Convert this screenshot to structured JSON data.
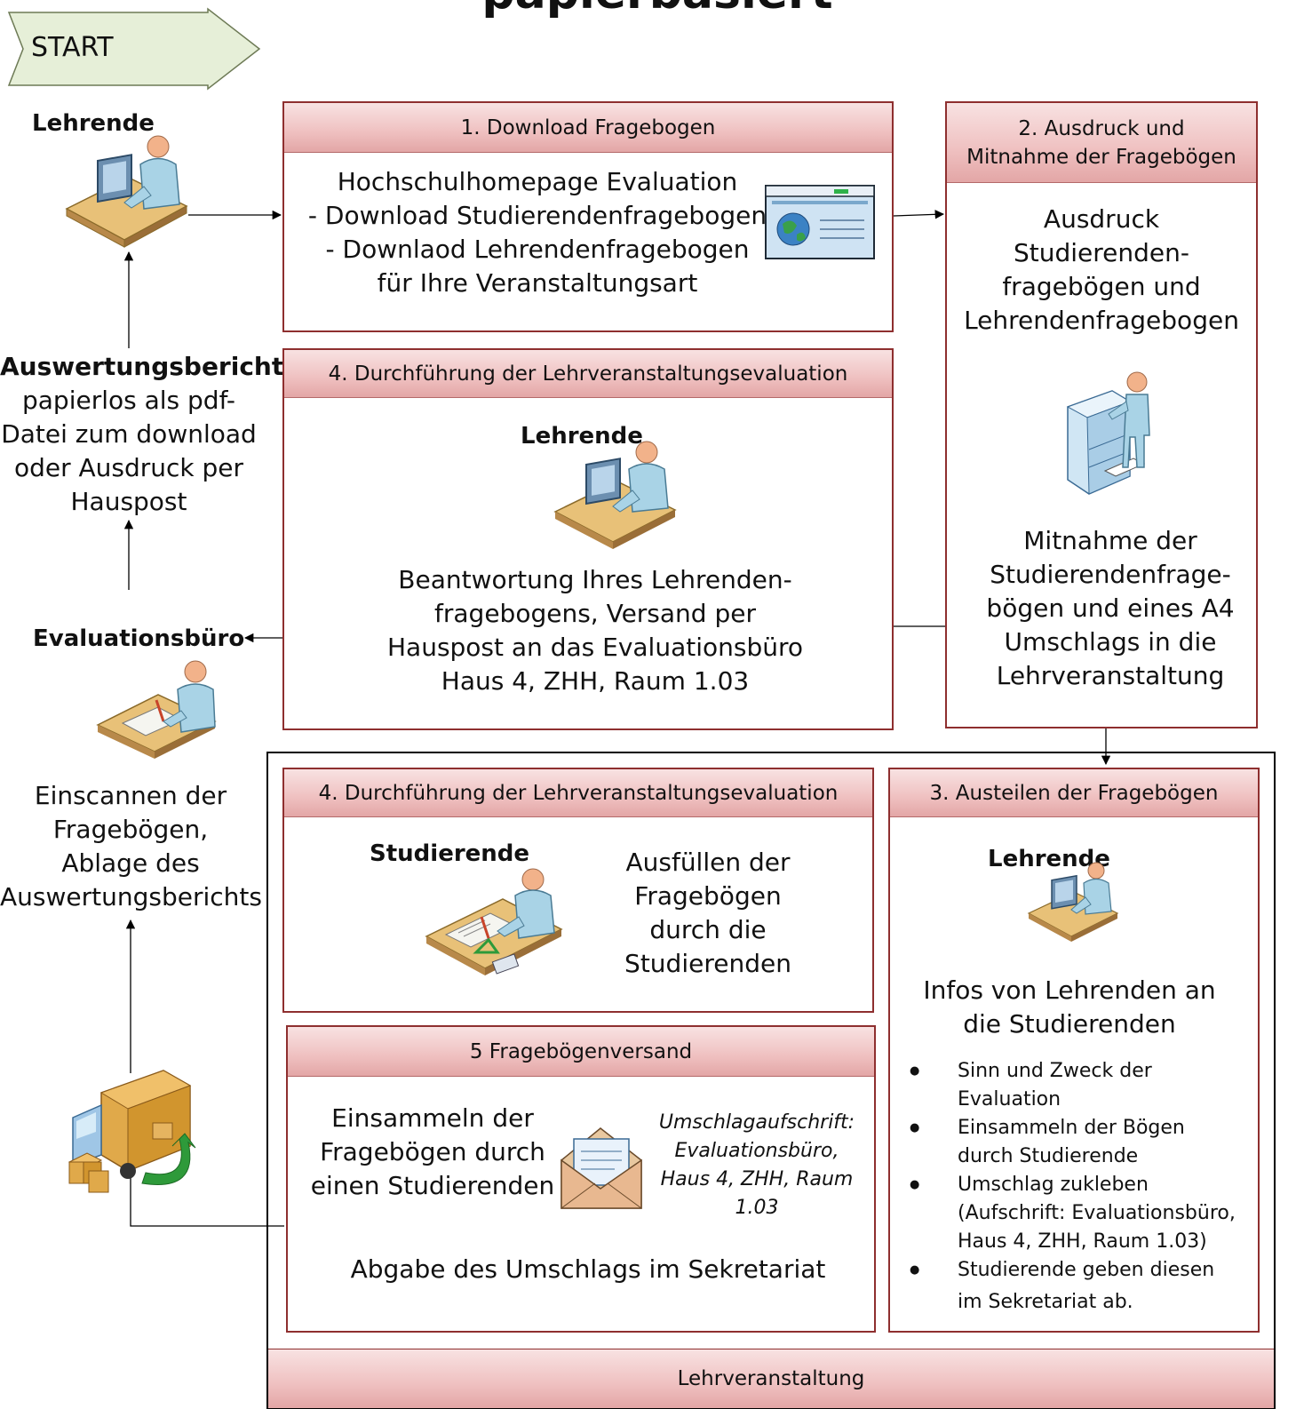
{
  "title_partial": "papierbasiert",
  "start_label": "START",
  "left": {
    "lehrende_label": "Lehrende",
    "report_bold": "Auswertungsbericht",
    "report_lines": [
      "papierlos als pdf-",
      "Datei zum download",
      "oder Ausdruck per",
      "Hauspost"
    ],
    "office_label": "Evaluationsbüro",
    "scan_lines": [
      "Einscannen der",
      "Fragebögen,",
      "Ablage des",
      "Auswertungsberichts"
    ]
  },
  "step1": {
    "header": "1. Download Fragebogen",
    "lines": [
      "Hochschulhomepage Evaluation",
      "- Download Studierendenfragebogen",
      "- Downlaod Lehrendenfragebogen",
      "für Ihre Veranstaltungsart"
    ]
  },
  "step2": {
    "header_lines": [
      "2. Ausdruck und",
      "Mitnahme der Fragebögen"
    ],
    "top_lines": [
      "Ausdruck",
      "Studierenden-",
      "fragebögen und",
      "Lehrendenfragebogen"
    ],
    "bottom_lines": [
      "Mitnahme der",
      "Studierendenfrage-",
      "bögen und eines A4",
      "Umschlags in die",
      "Lehrveranstaltung"
    ]
  },
  "step4a": {
    "header": "4. Durchführung der Lehrveranstaltungsevaluation",
    "actor": "Lehrende",
    "lines": [
      "Beantwortung Ihres Lehrenden-",
      "fragebogens, Versand per",
      "Hauspost an das Evaluationsbüro",
      "Haus 4, ZHH, Raum 1.03"
    ]
  },
  "step4b": {
    "header": "4. Durchführung der Lehrveranstaltungsevaluation",
    "actor": "Studierende",
    "lines": [
      "Ausfüllen der",
      "Fragebögen",
      "durch die",
      "Studierenden"
    ]
  },
  "step3": {
    "header": "3. Austeilen der Fragebögen",
    "actor": "Lehrende",
    "intro_lines": [
      "Infos von Lehrenden an",
      "die Studierenden"
    ],
    "bullets": [
      [
        "Sinn und Zweck der",
        "Evaluation"
      ],
      [
        "Einsammeln der Bögen",
        "durch Studierende"
      ],
      [
        "Umschlag zukleben",
        "(Aufschrift: Evaluationsbüro,",
        "Haus 4, ZHH, Raum 1.03)"
      ],
      [
        "Studierende geben diesen",
        "im Sekretariat ab."
      ]
    ]
  },
  "step5": {
    "header": "5 Fragebögenversand",
    "lines": [
      "Einsammeln der",
      "Fragebögen durch",
      "einen Studierenden"
    ],
    "envelope_lines": [
      "Umschlagaufschrift:",
      "Evaluationsbüro,",
      "Haus 4, ZHH, Raum",
      "1.03"
    ],
    "bottom": "Abgabe des Umschlags im Sekretariat"
  },
  "footer": "Lehrveranstaltung",
  "colors": {
    "box_border": "#8e2f2f",
    "header_fill": "#efc0c0",
    "start_fill": "#e6efd8"
  },
  "icons": [
    "start-arrow",
    "teacher-computer-icon",
    "browser-window-icon",
    "printer-person-icon",
    "office-worker-icon",
    "student-desk-icon",
    "envelope-icon",
    "delivery-truck-icon"
  ]
}
